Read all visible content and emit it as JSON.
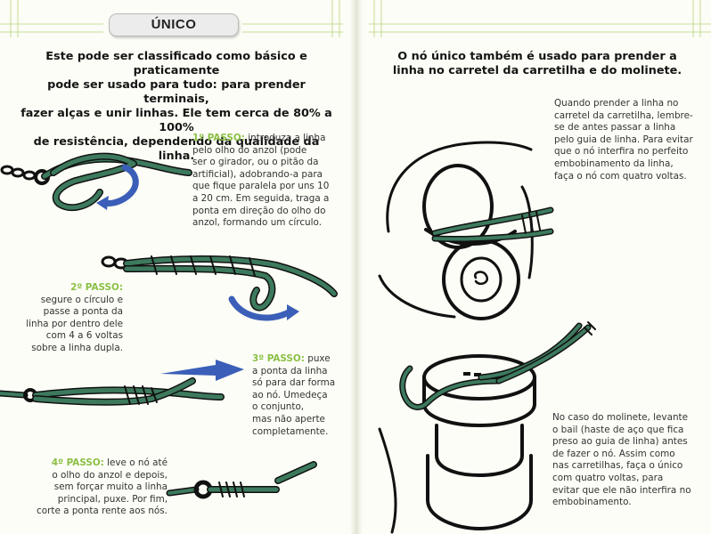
{
  "left": {
    "title": "ÚNICO",
    "intro": [
      "Este pode ser classificado como básico e praticamente",
      "pode ser usado para tudo: para prender terminais,",
      "fazer alças e unir linhas. Ele tem cerca de 80% a 100%",
      "de resistência, dependendo da qualidade da linha."
    ],
    "steps": [
      {
        "label": "1º PASSO:",
        "lines": [
          "introduza a linha",
          "pelo olho do anzol (pode",
          "ser o girador, ou o pitão da",
          "artificial), adobrando-a para",
          "que fique paralela por uns 10",
          "a 20 cm. Em seguida, traga a",
          "ponta em direção do olho do",
          "anzol, formando um círculo."
        ]
      },
      {
        "label": "2º PASSO:",
        "lines": [
          "segure o círculo e",
          "passe a ponta da",
          "linha por dentro dele",
          "com 4 a 6 voltas",
          "sobre a linha dupla."
        ]
      },
      {
        "label": "3º PASSO:",
        "lines": [
          "puxe",
          "a ponta da linha",
          "só para dar forma",
          "ao nó. Umedeça",
          "o conjunto,",
          "mas não aperte",
          "completamente."
        ]
      },
      {
        "label": "4º PASSO:",
        "lines": [
          "leve o nó até",
          "o olho do anzol e depois,",
          "sem forçar muito a linha",
          "principal, puxe. Por fim,",
          "corte a ponta rente aos nós."
        ]
      }
    ]
  },
  "right": {
    "heading": [
      "O nó único também é usado para prender a",
      "linha no carretel da carretilha e do molinete."
    ],
    "note_top": [
      "Quando prender a linha no",
      "carretel da carretilha, lembre-",
      "se de antes passar a linha",
      "pelo guia de linha. Para evitar",
      "que o nó interfira no perfeito",
      "embobinamento da linha,",
      "faça o nó com quatro voltas."
    ],
    "note_bottom": [
      "No caso do molinete, levante",
      "o bail (haste de aço que fica",
      "preso ao guia de linha) antes",
      "de fazer o nó. Assim como",
      "nas carretilhas, faça o único",
      "com quatro voltas, para",
      "evitar que ele não interfira no",
      "embobinamento."
    ]
  },
  "colors": {
    "step_label": "#8bbf45",
    "line": "#3d7a5d",
    "arrow": "#3b5fb8"
  },
  "icons": [
    "hook-eye-chain-icon",
    "blue-direction-arrow-icon",
    "baitcaster-spool-icon",
    "spinning-reel-spool-icon"
  ]
}
